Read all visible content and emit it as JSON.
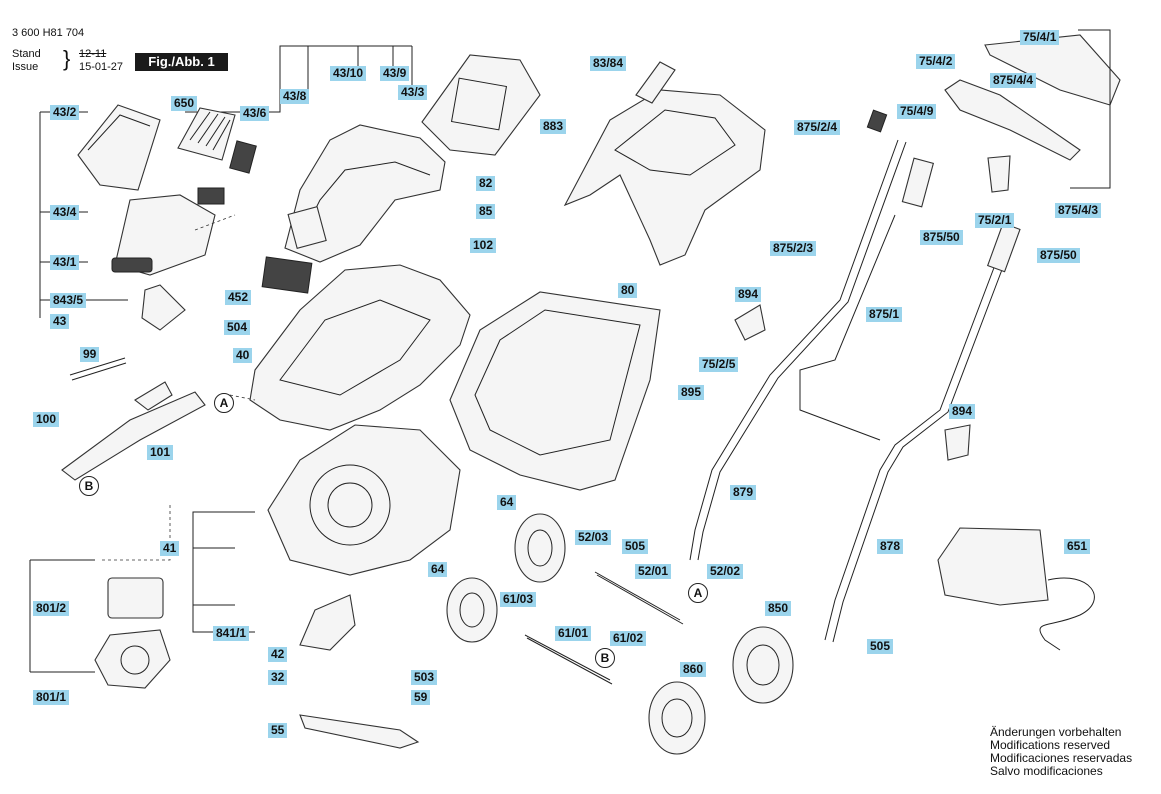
{
  "header": {
    "doc_number": "3 600 H81 704",
    "stand_label": "Stand",
    "stand_value": "12-11",
    "issue_label": "Issue",
    "issue_value": "15-01-27",
    "figure": "Fig./Abb. 1"
  },
  "labels": {
    "l75_4_1": "75/4/1",
    "l75_4_2": "75/4/2",
    "l875_4_4": "875/4/4",
    "l75_4_9": "75/4/9",
    "l875_2_4": "875/2/4",
    "l75_2_1": "75/2/1",
    "l875_4_3": "875/4/3",
    "l875_50a": "875/50",
    "l875_50b": "875/50",
    "l875_2_3": "875/2/3",
    "l875_1": "875/1",
    "l894a": "894",
    "l894b": "894",
    "l75_2_5": "75/2/5",
    "l895": "895",
    "l879": "879",
    "l878": "878",
    "l651": "651",
    "l505a": "505",
    "l505b": "505",
    "l850": "850",
    "l860": "860",
    "l52_03": "52/03",
    "l52_01": "52/01",
    "l52_02": "52/02",
    "l61_03": "61/03",
    "l61_01": "61/01",
    "l61_02": "61/02",
    "l64a": "64",
    "l64b": "64",
    "l80": "80",
    "l83_84": "83/84",
    "l883": "883",
    "l82": "82",
    "l85": "85",
    "l102": "102",
    "l43_10": "43/10",
    "l43_9": "43/9",
    "l43_8": "43/8",
    "l43_3": "43/3",
    "l43_2": "43/2",
    "l650": "650",
    "l43_6": "43/6",
    "l43_4": "43/4",
    "l43_1": "43/1",
    "l843_5": "843/5",
    "l43": "43",
    "l452": "452",
    "l504": "504",
    "l40": "40",
    "l99": "99",
    "l100": "100",
    "l101": "101",
    "l41": "41",
    "l801_2": "801/2",
    "l801_1": "801/1",
    "l841_1": "841/1",
    "l42": "42",
    "l32": "32",
    "l55": "55",
    "l503": "503",
    "l59": "59"
  },
  "markers": {
    "a1": "A",
    "b1": "B",
    "a2": "A",
    "b2": "B"
  },
  "footer": {
    "line1": "Änderungen vorbehalten",
    "line2": "Modifications reserved",
    "line3": "Modificaciones reservadas",
    "line4": "Salvo modificaciones"
  },
  "colors": {
    "label_bg": "#9bd4ec",
    "figure_bg": "#1a1a1a"
  }
}
